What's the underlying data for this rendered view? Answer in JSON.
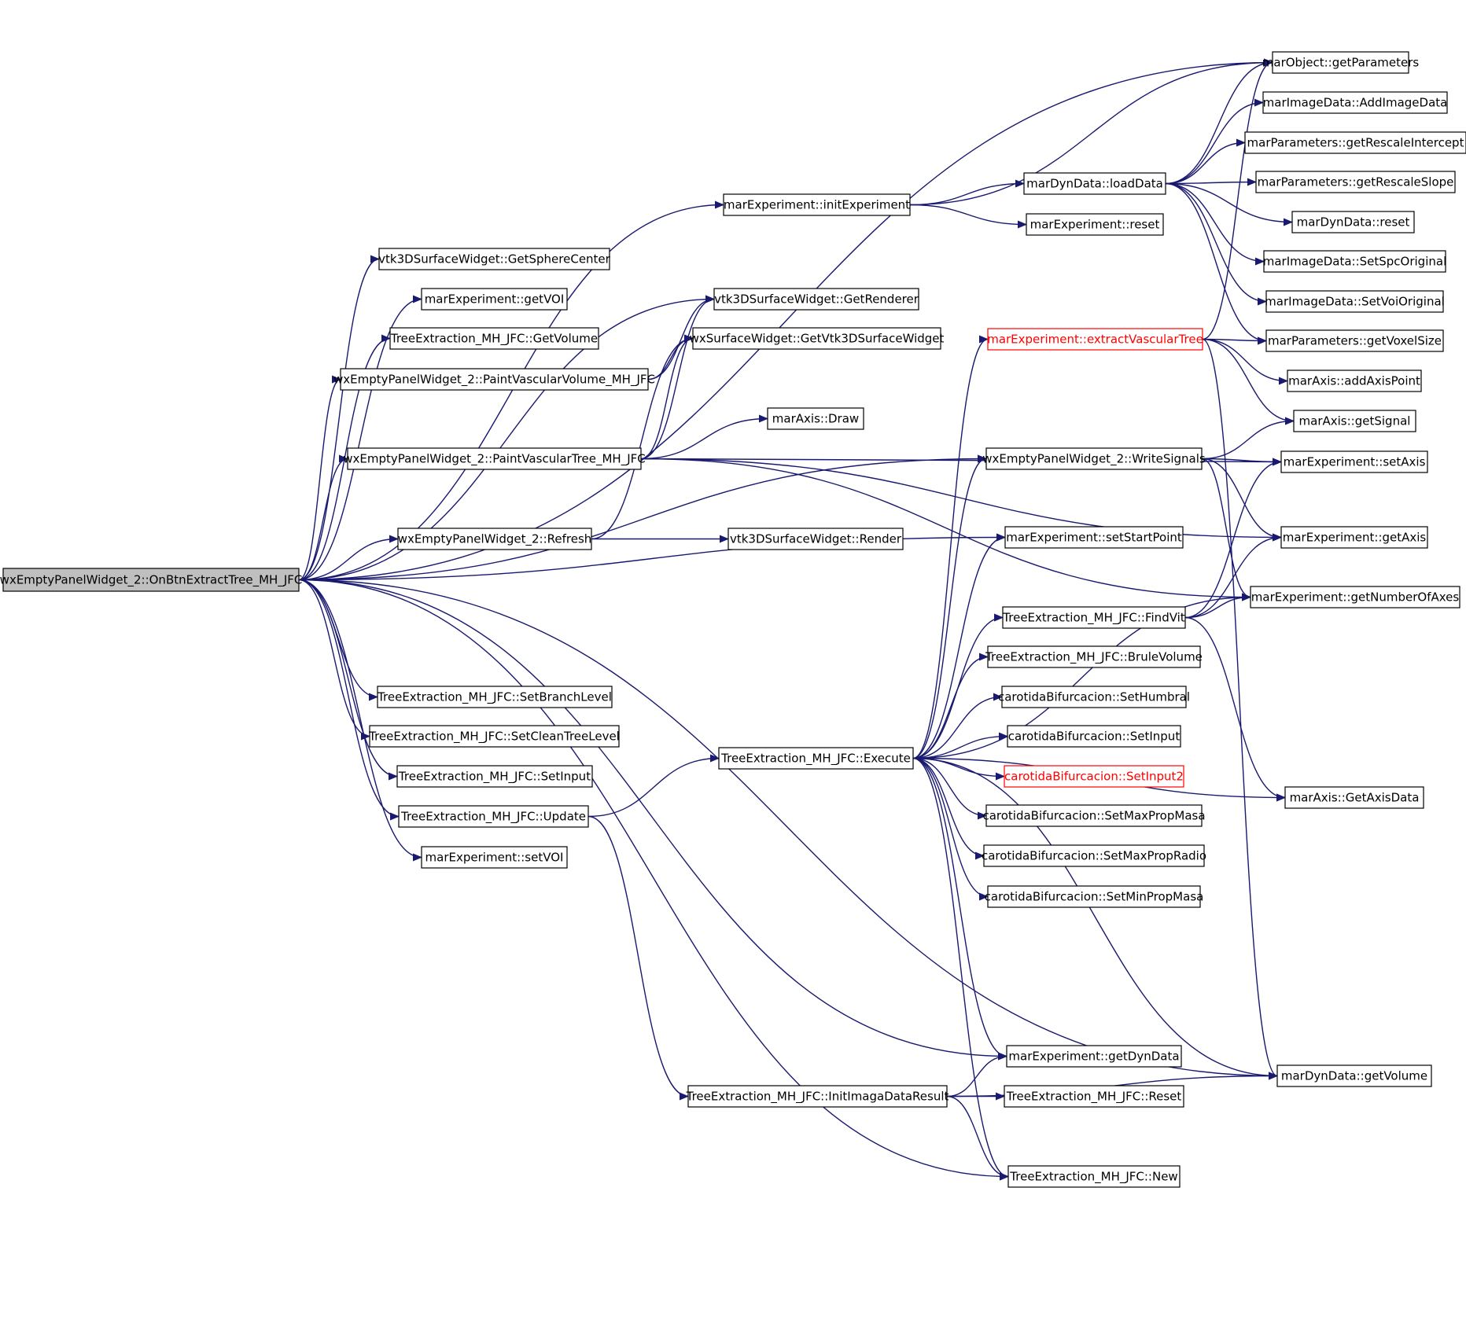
{
  "colors": {
    "edge": "#191970",
    "root_fill": "#bfbfbf",
    "node_fill": "#ffffff",
    "node_border": "#000000",
    "highlight": "#ff0000"
  },
  "nodes": [
    {
      "id": "root",
      "label": "wxEmptyPanelWidget_2::OnBtnExtractTree_MH_JFC",
      "style": "root"
    },
    {
      "id": "getParameters",
      "label": "marObject::getParameters"
    },
    {
      "id": "addImageData",
      "label": "marImageData::AddImageData"
    },
    {
      "id": "getRescaleIntercept",
      "label": "marParameters::getRescaleIntercept"
    },
    {
      "id": "getRescaleSlope",
      "label": "marParameters::getRescaleSlope"
    },
    {
      "id": "dynReset",
      "label": "marDynData::reset"
    },
    {
      "id": "setSpcOriginal",
      "label": "marImageData::SetSpcOriginal"
    },
    {
      "id": "setVoiOriginal",
      "label": "marImageData::SetVoiOriginal"
    },
    {
      "id": "getVoxelSize",
      "label": "marParameters::getVoxelSize"
    },
    {
      "id": "addAxisPoint",
      "label": "marAxis::addAxisPoint"
    },
    {
      "id": "getSignal",
      "label": "marAxis::getSignal"
    },
    {
      "id": "setAxis",
      "label": "marExperiment::setAxis"
    },
    {
      "id": "getAxis",
      "label": "marExperiment::getAxis"
    },
    {
      "id": "getNumberOfAxes",
      "label": "marExperiment::getNumberOfAxes"
    },
    {
      "id": "getAxisData",
      "label": "marAxis::GetAxisData"
    },
    {
      "id": "dynGetVolume",
      "label": "marDynData::getVolume"
    },
    {
      "id": "initExperiment",
      "label": "marExperiment::initExperiment"
    },
    {
      "id": "loadData",
      "label": "marDynData::loadData"
    },
    {
      "id": "expReset",
      "label": "marExperiment::reset"
    },
    {
      "id": "getSphereCenter",
      "label": "vtk3DSurfaceWidget::GetSphereCenter"
    },
    {
      "id": "getVOI",
      "label": "marExperiment::getVOI"
    },
    {
      "id": "getVolumeTE",
      "label": "TreeExtraction_MH_JFC::GetVolume"
    },
    {
      "id": "getRenderer",
      "label": "vtk3DSurfaceWidget::GetRenderer"
    },
    {
      "id": "getVtk3D",
      "label": "wxSurfaceWidget::GetVtk3DSurfaceWidget"
    },
    {
      "id": "paintVolume",
      "label": "wxEmptyPanelWidget_2::PaintVascularVolume_MH_JFC"
    },
    {
      "id": "extractVascular",
      "label": "marExperiment::extractVascularTree",
      "style": "red"
    },
    {
      "id": "axisDraw",
      "label": "marAxis::Draw"
    },
    {
      "id": "paintTree",
      "label": "wxEmptyPanelWidget_2::PaintVascularTree_MH_JFC"
    },
    {
      "id": "writeSignals",
      "label": "wxEmptyPanelWidget_2::WriteSignals"
    },
    {
      "id": "refresh",
      "label": "wxEmptyPanelWidget_2::Refresh"
    },
    {
      "id": "render",
      "label": "vtk3DSurfaceWidget::Render"
    },
    {
      "id": "setStartPoint",
      "label": "marExperiment::setStartPoint"
    },
    {
      "id": "findVit",
      "label": "TreeExtraction_MH_JFC::FindVit"
    },
    {
      "id": "bruleVolume",
      "label": "TreeExtraction_MH_JFC::BruleVolume"
    },
    {
      "id": "setBranchLevel",
      "label": "TreeExtraction_MH_JFC::SetBranchLevel"
    },
    {
      "id": "setHumbral",
      "label": "carotidaBifurcacion::SetHumbral"
    },
    {
      "id": "setCleanTree",
      "label": "TreeExtraction_MH_JFC::SetCleanTreeLevel"
    },
    {
      "id": "cbSetInput",
      "label": "carotidaBifurcacion::SetInput"
    },
    {
      "id": "execute",
      "label": "TreeExtraction_MH_JFC::Execute"
    },
    {
      "id": "teSetInput",
      "label": "TreeExtraction_MH_JFC::SetInput"
    },
    {
      "id": "setInput2",
      "label": "carotidaBifurcacion::SetInput2",
      "style": "red"
    },
    {
      "id": "update",
      "label": "TreeExtraction_MH_JFC::Update"
    },
    {
      "id": "setMaxPropMasa",
      "label": "carotidaBifurcacion::SetMaxPropMasa"
    },
    {
      "id": "setVOI",
      "label": "marExperiment::setVOI"
    },
    {
      "id": "setMaxPropRadio",
      "label": "carotidaBifurcacion::SetMaxPropRadio"
    },
    {
      "id": "setMinPropMasa",
      "label": "carotidaBifurcacion::SetMinPropMasa"
    },
    {
      "id": "getDynData",
      "label": "marExperiment::getDynData"
    },
    {
      "id": "initImaga",
      "label": "TreeExtraction_MH_JFC::InitImagaDataResult"
    },
    {
      "id": "teReset",
      "label": "TreeExtraction_MH_JFC::Reset"
    },
    {
      "id": "teNew",
      "label": "TreeExtraction_MH_JFC::New"
    }
  ],
  "edges": [
    [
      "root",
      "getParameters"
    ],
    [
      "root",
      "initExperiment"
    ],
    [
      "root",
      "getSphereCenter"
    ],
    [
      "root",
      "getVOI"
    ],
    [
      "root",
      "getVolumeTE"
    ],
    [
      "root",
      "paintVolume"
    ],
    [
      "root",
      "getRenderer"
    ],
    [
      "root",
      "paintTree"
    ],
    [
      "root",
      "refresh"
    ],
    [
      "root",
      "writeSignals"
    ],
    [
      "root",
      "setStartPoint"
    ],
    [
      "root",
      "getDynData"
    ],
    [
      "root",
      "setBranchLevel"
    ],
    [
      "root",
      "setCleanTree"
    ],
    [
      "root",
      "teSetInput"
    ],
    [
      "root",
      "update"
    ],
    [
      "root",
      "setVOI"
    ],
    [
      "root",
      "teNew"
    ],
    [
      "root",
      "dynGetVolume"
    ],
    [
      "initExperiment",
      "getParameters"
    ],
    [
      "initExperiment",
      "loadData"
    ],
    [
      "initExperiment",
      "expReset"
    ],
    [
      "loadData",
      "getParameters"
    ],
    [
      "loadData",
      "addImageData"
    ],
    [
      "loadData",
      "getRescaleIntercept"
    ],
    [
      "loadData",
      "getRescaleSlope"
    ],
    [
      "loadData",
      "dynReset"
    ],
    [
      "loadData",
      "setSpcOriginal"
    ],
    [
      "loadData",
      "setVoiOriginal"
    ],
    [
      "loadData",
      "getVoxelSize"
    ],
    [
      "paintVolume",
      "getRenderer"
    ],
    [
      "paintVolume",
      "getVtk3D"
    ],
    [
      "paintTree",
      "getRenderer"
    ],
    [
      "paintTree",
      "getVtk3D"
    ],
    [
      "paintTree",
      "axisDraw"
    ],
    [
      "paintTree",
      "getAxis"
    ],
    [
      "paintTree",
      "setAxis"
    ],
    [
      "paintTree",
      "getNumberOfAxes"
    ],
    [
      "refresh",
      "getVtk3D"
    ],
    [
      "refresh",
      "render"
    ],
    [
      "extractVascular",
      "getParameters"
    ],
    [
      "extractVascular",
      "getVoxelSize"
    ],
    [
      "extractVascular",
      "addAxisPoint"
    ],
    [
      "extractVascular",
      "getSignal"
    ],
    [
      "extractVascular",
      "dynGetVolume"
    ],
    [
      "writeSignals",
      "getSignal"
    ],
    [
      "writeSignals",
      "setAxis"
    ],
    [
      "writeSignals",
      "getAxis"
    ],
    [
      "writeSignals",
      "getNumberOfAxes"
    ],
    [
      "findVit",
      "setAxis"
    ],
    [
      "findVit",
      "getAxis"
    ],
    [
      "findVit",
      "getNumberOfAxes"
    ],
    [
      "findVit",
      "getAxisData"
    ],
    [
      "update",
      "execute"
    ],
    [
      "update",
      "initImaga"
    ],
    [
      "execute",
      "extractVascular"
    ],
    [
      "execute",
      "writeSignals"
    ],
    [
      "execute",
      "setStartPoint"
    ],
    [
      "execute",
      "findVit"
    ],
    [
      "execute",
      "bruleVolume"
    ],
    [
      "execute",
      "setHumbral"
    ],
    [
      "execute",
      "cbSetInput"
    ],
    [
      "execute",
      "setInput2"
    ],
    [
      "execute",
      "setMaxPropMasa"
    ],
    [
      "execute",
      "setMaxPropRadio"
    ],
    [
      "execute",
      "setMinPropMasa"
    ],
    [
      "execute",
      "getNumberOfAxes"
    ],
    [
      "execute",
      "getAxisData"
    ],
    [
      "execute",
      "dynGetVolume"
    ],
    [
      "execute",
      "getDynData"
    ],
    [
      "execute",
      "teNew"
    ],
    [
      "initImaga",
      "getDynData"
    ],
    [
      "initImaga",
      "teReset"
    ],
    [
      "initImaga",
      "dynGetVolume"
    ],
    [
      "initImaga",
      "teNew"
    ]
  ]
}
